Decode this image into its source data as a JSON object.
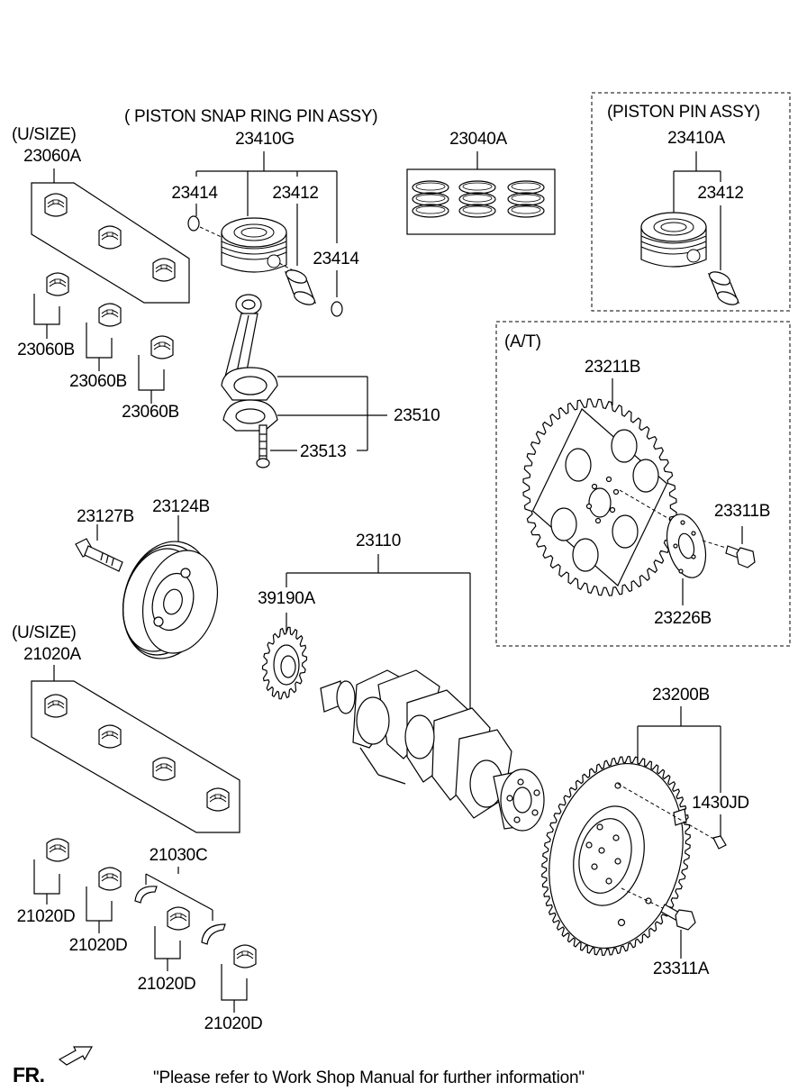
{
  "labels": {
    "piston_snap_ring_pin_assy": "( PISTON  SNAP RING  PIN ASSY)",
    "p23410G": "23410G",
    "p23414_a": "23414",
    "p23412_a": "23412",
    "p23414_b": "23414",
    "usize_upper": "(U/SIZE)",
    "p23060A": "23060A",
    "p23060B_1": "23060B",
    "p23060B_2": "23060B",
    "p23060B_3": "23060B",
    "p23040A": "23040A",
    "piston_pin_assy": "(PISTON  PIN ASSY)",
    "p23410A": "23410A",
    "p23412_b": "23412",
    "p23510": "23510",
    "p23513": "23513",
    "at": "(A/T)",
    "p23211B": "23211B",
    "p23311B": "23311B",
    "p23226B": "23226B",
    "p23127B": "23127B",
    "p23124B": "23124B",
    "p23110": "23110",
    "p39190A": "39190A",
    "usize_lower": "(U/SIZE)",
    "p21020A": "21020A",
    "p23200B": "23200B",
    "p1430JD": "1430JD",
    "p23311A": "23311A",
    "p21030C": "21030C",
    "p21020D_1": "21020D",
    "p21020D_2": "21020D",
    "p21020D_3": "21020D",
    "p21020D_4": "21020D"
  },
  "footer": {
    "fr": "FR.",
    "note": "\"Please refer to Work Shop Manual for further information\""
  }
}
